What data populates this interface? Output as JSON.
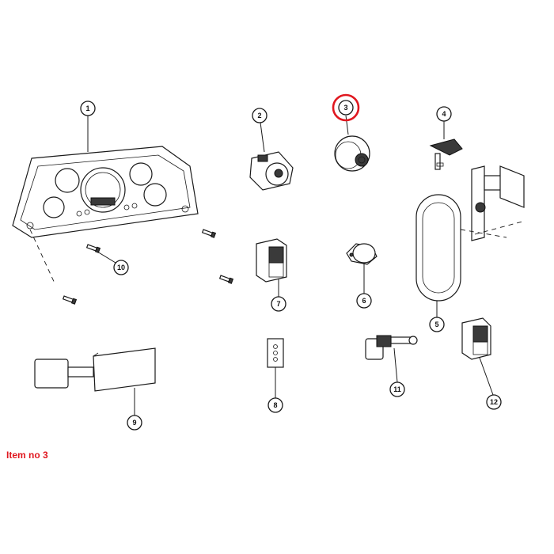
{
  "callouts": [
    "1",
    "2",
    "3",
    "4",
    "5",
    "6",
    "7",
    "8",
    "9",
    "10",
    "11",
    "12"
  ],
  "highlighted_callout": "3",
  "item_label": "Item no 3",
  "colors": {
    "highlight": "#e0171f",
    "label_text": "#e0171f",
    "line": "#1a1a1a",
    "background": "#ffffff"
  }
}
